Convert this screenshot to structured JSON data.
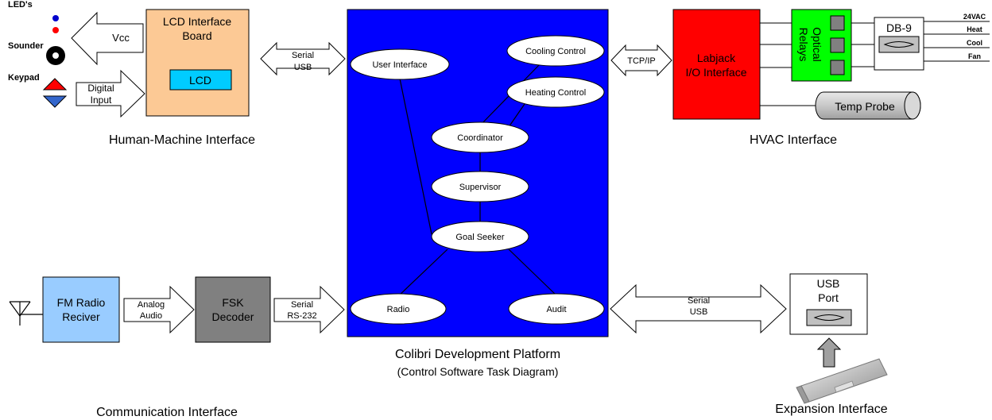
{
  "hmi": {
    "leds_label": "LED's",
    "sounder_label": "Sounder",
    "keypad_label": "Keypad",
    "vcc_label": "Vcc",
    "digital_input_line1": "Digital",
    "digital_input_line2": "Input",
    "lcd_board_line1": "LCD Interface",
    "lcd_board_line2": "Board",
    "lcd_label": "LCD",
    "section_title": "Human-Machine Interface"
  },
  "serial_usb_top": {
    "line1": "Serial",
    "line2": "USB"
  },
  "platform": {
    "tasks": {
      "user_interface": "User Interface",
      "cooling_control": "Cooling Control",
      "heating_control": "Heating Control",
      "coordinator": "Coordinator",
      "supervisor": "Supervisor",
      "goal_seeker": "Goal Seeker",
      "radio": "Radio",
      "audit": "Audit"
    },
    "title": "Colibri Development Platform",
    "subtitle": "(Control Software Task Diagram)"
  },
  "tcpip_label": "TCP/IP",
  "hvac": {
    "labjack_line1": "Labjack",
    "labjack_line2": "I/O Interface",
    "relays_line1": "Optical",
    "relays_line2": "Relays",
    "db9_label": "DB-9",
    "wires": [
      "24VAC",
      "Heat",
      "Cool",
      "Fan"
    ],
    "temp_probe": "Temp Probe",
    "section_title": "HVAC Interface"
  },
  "comm": {
    "fm_line1": "FM Radio",
    "fm_line2": "Reciver",
    "analog_line1": "Analog",
    "analog_line2": "Audio",
    "fsk_line1": "FSK",
    "fsk_line2": "Decoder",
    "serial_line1": "Serial",
    "serial_line2": "RS-232",
    "section_title": "Communication Interface"
  },
  "expansion": {
    "serial_line1": "Serial",
    "serial_line2": "USB",
    "usb_line1": "USB",
    "usb_line2": "Port",
    "section_title": "Expansion Interface"
  },
  "colors": {
    "platform_blue": "#0000ff",
    "lcd_board": "#fcc995",
    "lcd_screen": "#00ccff",
    "labjack_red": "#ff0000",
    "relays_green": "#00ff00",
    "fm_radio": "#99ccff",
    "fsk_gray": "#808080",
    "led_blue": "#0000cc",
    "led_red": "#ff0000"
  },
  "icons": [
    "antenna-icon",
    "usb-stick-icon",
    "speaker-icon",
    "keypad-up-icon",
    "keypad-down-icon"
  ]
}
